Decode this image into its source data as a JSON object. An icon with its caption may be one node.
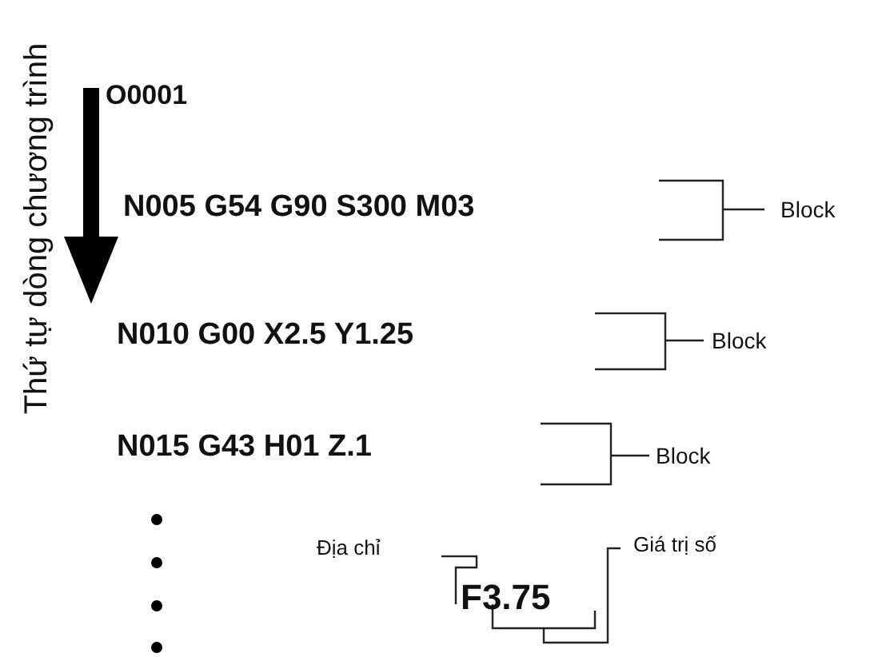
{
  "diagram": {
    "labels": [
      "Thứ tự dòng chương trình",
      "O0001",
      "N005 G54 G90 S300 M03",
      "Block",
      "N010 G00 X2.5 Y1.25",
      "Block",
      "N015 G43 H01 Z.1",
      "Block",
      "Địa chỉ",
      "Giá trị số",
      "F3.75"
    ]
  }
}
